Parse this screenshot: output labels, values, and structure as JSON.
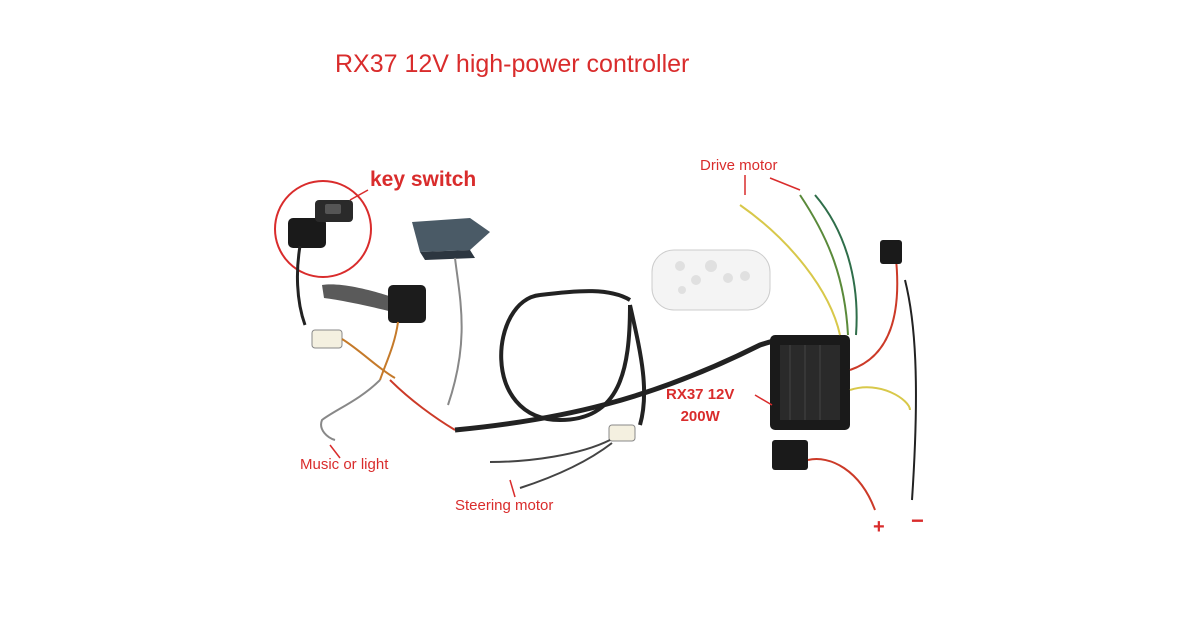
{
  "title": "RX37 12V high-power controller",
  "labels": {
    "key_switch": "key switch",
    "drive_motor": "Drive motor",
    "controller_model": "RX37 12V",
    "controller_power": "200W",
    "music_or_light": "Music or light",
    "steering_motor": "Steering motor",
    "battery_positive": "+",
    "battery_negative": "−"
  },
  "colors": {
    "label_red": "#d92c2c",
    "wire_black": "#222222",
    "wire_yellow": "#d8c84a",
    "wire_green": "#5a8a3a",
    "wire_red": "#cc3a28"
  }
}
